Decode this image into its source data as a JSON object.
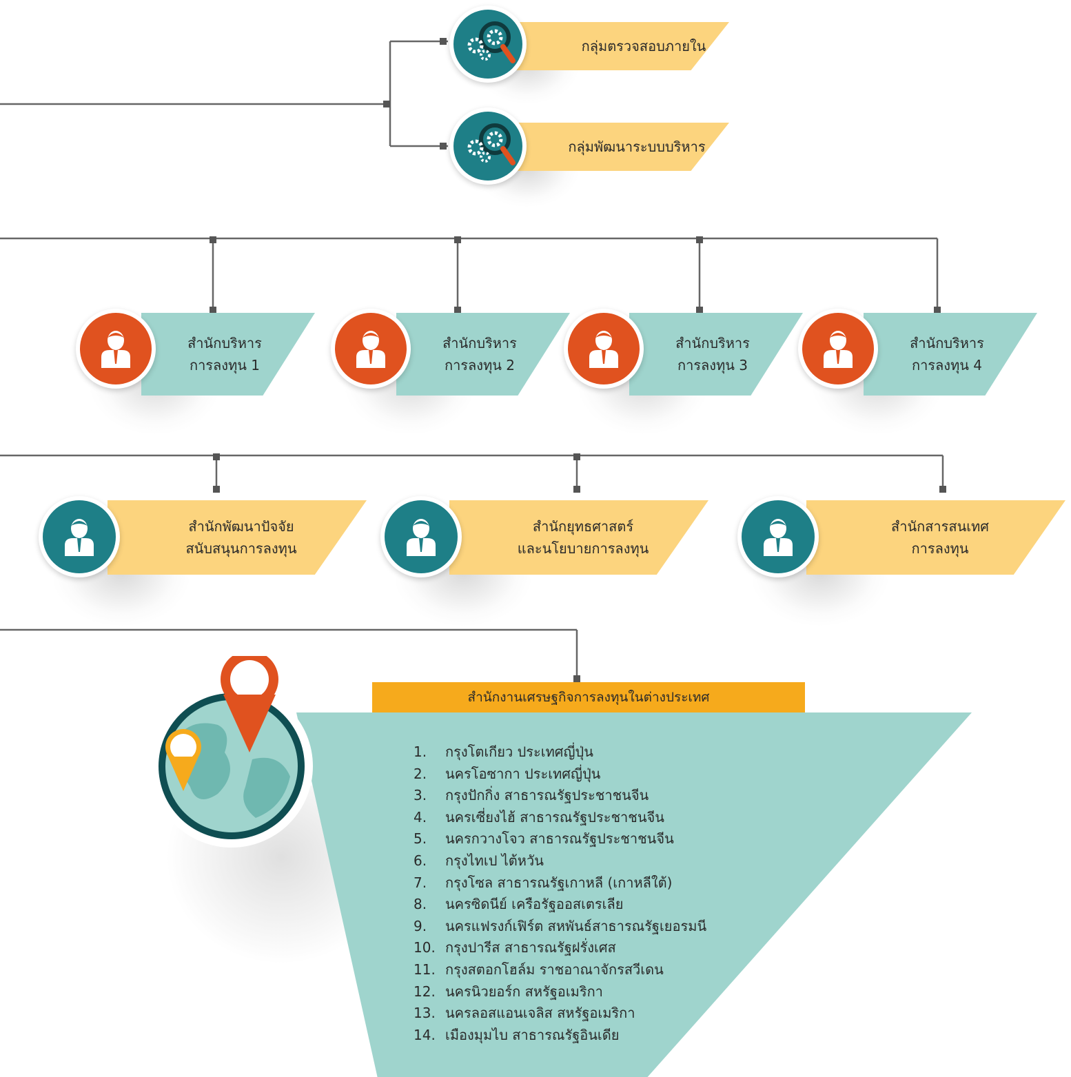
{
  "colors": {
    "teal_dark": "#1e7f87",
    "teal_light": "#9fd4cd",
    "orange": "#e0521f",
    "yellow": "#fcd47e",
    "gold": "#f6aa1c",
    "connector": "#666666"
  },
  "groups": [
    {
      "label": "กลุ่มตรวจสอบภายใน",
      "icon": "gears-magnifier-icon"
    },
    {
      "label": "กลุ่มพัฒนาระบบบริหาร",
      "icon": "gears-magnifier-icon"
    }
  ],
  "investment_bureaus": [
    {
      "label": "สำนักบริหาร\nการลงทุน 1",
      "icon": "person-icon"
    },
    {
      "label": "สำนักบริหาร\nการลงทุน 2",
      "icon": "person-icon"
    },
    {
      "label": "สำนักบริหาร\nการลงทุน 3",
      "icon": "person-icon"
    },
    {
      "label": "สำนักบริหาร\nการลงทุน 4",
      "icon": "person-icon"
    }
  ],
  "support_bureaus": [
    {
      "label": "สำนักพัฒนาปัจจัย\nสนับสนุนการลงทุน",
      "icon": "person-icon"
    },
    {
      "label": "สำนักยุทธศาสตร์\nและนโยบายการลงทุน",
      "icon": "person-icon"
    },
    {
      "label": "สำนักสารสนเทศ\nการลงทุน",
      "icon": "person-icon"
    }
  ],
  "overseas": {
    "title": "สำนักงานเศรษฐกิจการลงทุนในต่างประเทศ",
    "icon": "globe-map-pin-icon",
    "offices": [
      {
        "num": "1.",
        "name": "กรุงโตเกียว ประเทศญี่ปุ่น"
      },
      {
        "num": "2.",
        "name": "นครโอซากา ประเทศญี่ปุ่น"
      },
      {
        "num": "3.",
        "name": "กรุงปักกิ่ง สาธารณรัฐประชาชนจีน"
      },
      {
        "num": "4.",
        "name": "นครเซี่ยงไฮ้ สาธารณรัฐประชาชนจีน"
      },
      {
        "num": "5.",
        "name": "นครกวางโจว สาธารณรัฐประชาชนจีน"
      },
      {
        "num": "6.",
        "name": "กรุงไทเป ไต้หวัน"
      },
      {
        "num": "7.",
        "name": "กรุงโซล สาธารณรัฐเกาหลี (เกาหลีใต้)"
      },
      {
        "num": "8.",
        "name": "นครซิดนีย์ เครือรัฐออสเตรเลีย"
      },
      {
        "num": "9.",
        "name": "นครแฟรงก์เฟิร์ต สหพันธ์สาธารณรัฐเยอรมนี"
      },
      {
        "num": "10.",
        "name": "กรุงปารีส สาธารณรัฐฝรั่งเศส"
      },
      {
        "num": "11.",
        "name": "กรุงสตอกโฮล์ม ราชอาณาจักรสวีเดน"
      },
      {
        "num": "12.",
        "name": "นครนิวยอร์ก สหรัฐอเมริกา"
      },
      {
        "num": "13.",
        "name": "นครลอสแอนเจลิส สหรัฐอเมริกา"
      },
      {
        "num": "14.",
        "name": "เมืองมุมไบ สาธารณรัฐอินเดีย"
      }
    ]
  }
}
